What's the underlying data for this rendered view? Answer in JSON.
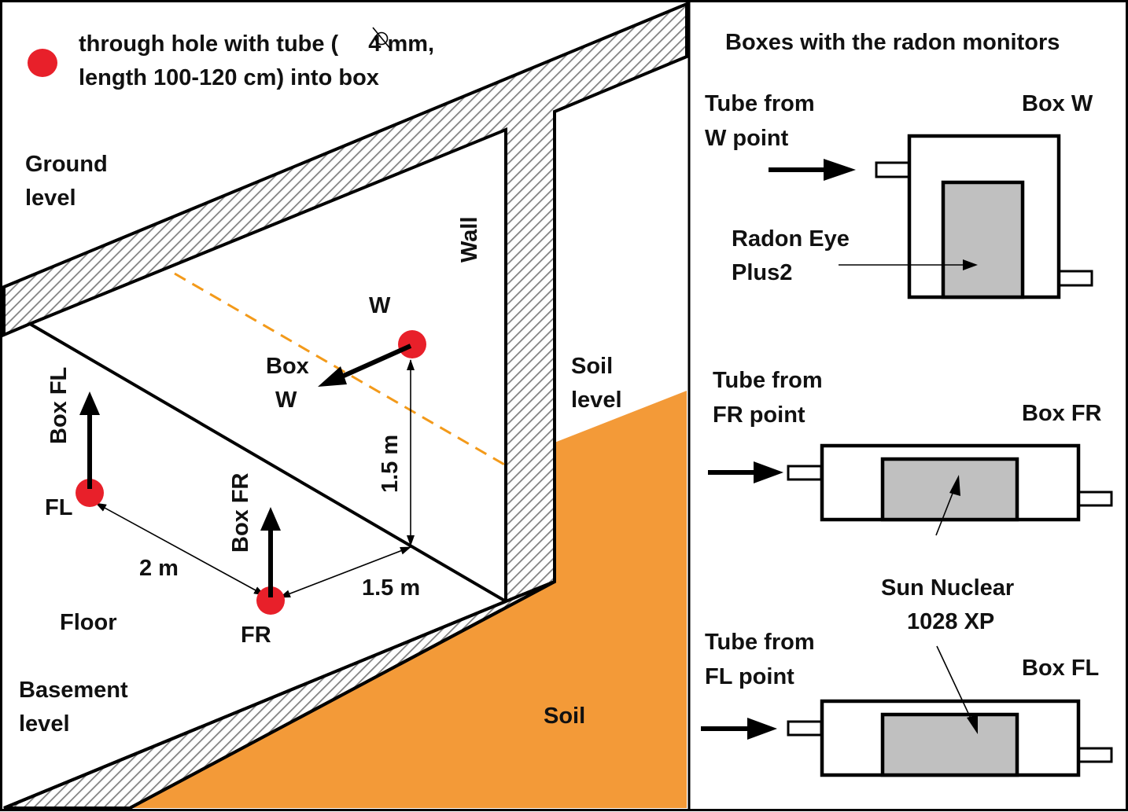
{
  "colors": {
    "soil": "#f39a38",
    "hole": "#e8202a",
    "dashed_line": "#f39a1a",
    "monitor_fill": "#c0c0c0",
    "line": "#000000",
    "hatch": "#808080"
  },
  "legend": {
    "icon": "red-dot-icon",
    "line1_prefix": "through hole with tube (",
    "diameter_symbol": "diameter-icon",
    "line1_suffix": " 4 mm,",
    "line2": "length 100-120 cm) into box"
  },
  "left_panel": {
    "ground_level": [
      "Ground",
      "level"
    ],
    "wall": "Wall",
    "soil_level": [
      "Soil",
      "level"
    ],
    "soil": "Soil",
    "floor": "Floor",
    "basement_level": [
      "Basement",
      "level"
    ],
    "points": {
      "W": "W",
      "FL": "FL",
      "FR": "FR"
    },
    "box_labels": {
      "box_w": [
        "Box",
        "W"
      ],
      "box_fl": "Box FL",
      "box_fr": "Box FR"
    },
    "dimensions": {
      "fl_fr": "2 m",
      "fr_wall": "1.5 m",
      "w_height": "1.5 m"
    }
  },
  "right_panel": {
    "title": "Boxes with the radon monitors",
    "box_w": {
      "tube_label": [
        "Tube from",
        "W point"
      ],
      "box_label": "Box W",
      "monitor_label": [
        "Radon Eye",
        "Plus2"
      ]
    },
    "box_fr": {
      "tube_label": [
        "Tube from",
        "FR point"
      ],
      "box_label": "Box FR"
    },
    "box_fl": {
      "tube_label": [
        "Tube from",
        "FL point"
      ],
      "box_label": "Box FL"
    },
    "shared_monitor_label": [
      "Sun Nuclear",
      "1028 XP"
    ]
  }
}
